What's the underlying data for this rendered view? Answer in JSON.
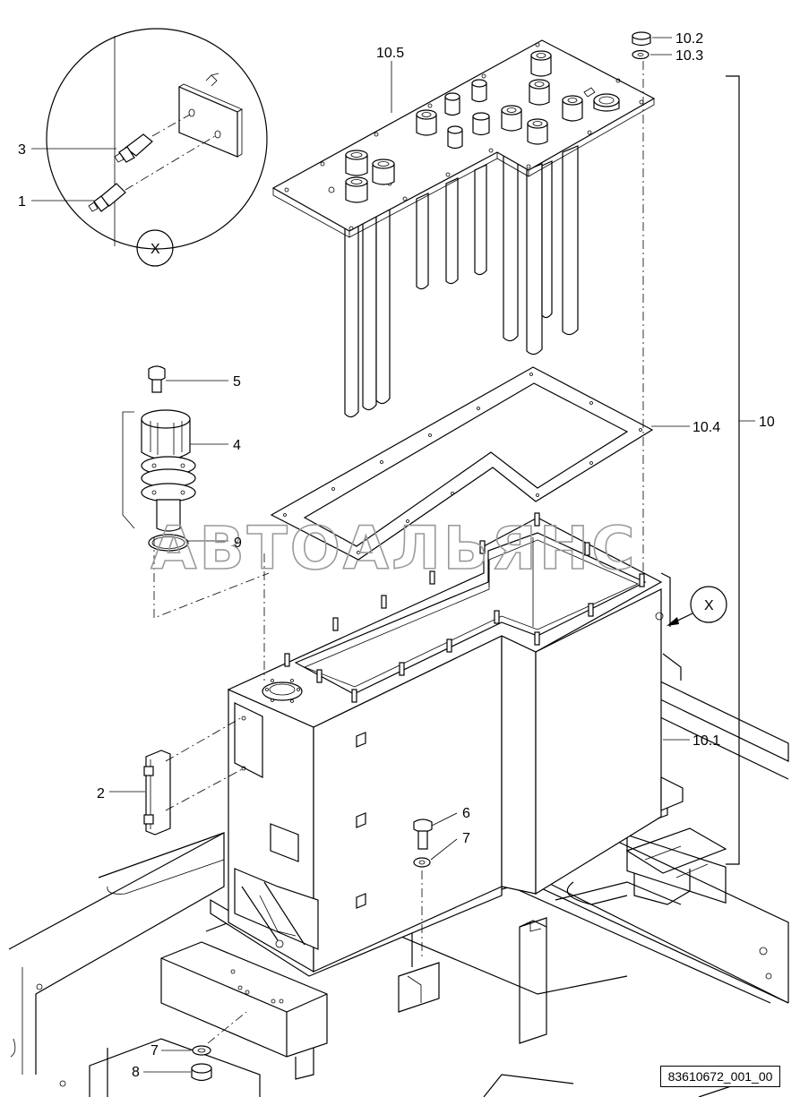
{
  "labels": {
    "p1": "1",
    "p2": "2",
    "p3": "3",
    "p4": "4",
    "p5": "5",
    "p6": "6",
    "p7a": "7",
    "p7b": "7",
    "p8": "8",
    "p9": "9",
    "p10": "10",
    "p10_1": "10.1",
    "p10_2": "10.2",
    "p10_3": "10.3",
    "p10_4": "10.4",
    "p10_5": "10.5",
    "view_x_detail": "X",
    "view_x_arrow": "X"
  },
  "watermark": "АВТОАЛЬЯНС",
  "document_id": "83610672_001_00"
}
